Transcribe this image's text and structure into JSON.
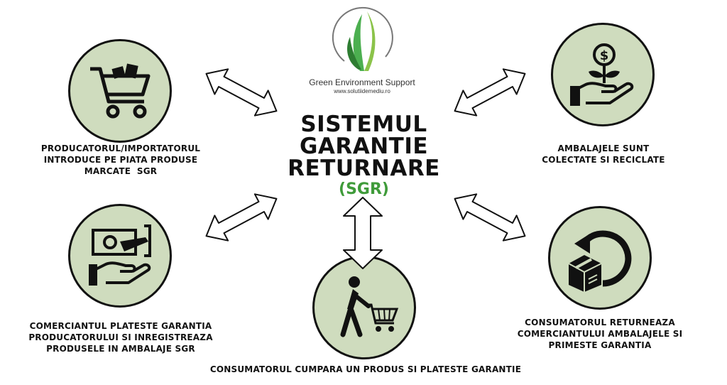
{
  "logo": {
    "company": "Green Environment Support",
    "website": "www.solutiidemediu.ro"
  },
  "title": {
    "line1": "SISTEMUL",
    "line2": "GARANTIE",
    "line3": "RETURNARE",
    "abbr": "(SGR)"
  },
  "steps": {
    "producer": {
      "line1": "PRODUCATORUL/IMPORTATORUL",
      "line2": "INTRODUCE PE PIATA PRODUSE",
      "line3": "MARCATE  SGR",
      "icon": "shopping-cart-icon"
    },
    "collected": {
      "line1": "AMBALAJELE SUNT",
      "line2": "COLECTATE SI RECICLATE",
      "icon": "hand-money-plant-icon"
    },
    "merchant": {
      "line1": "COMERCIANTUL PLATESTE GARANTIA",
      "line2": "PRODUCATORULUI SI INREGISTREAZA",
      "line3": "PRODUSELE IN AMBALAJE SGR",
      "icon": "money-exchange-icon"
    },
    "consumer_buys": {
      "line1": "CONSUMATORUL CUMPARA UN PRODUS SI PLATESTE GARANTIE",
      "icon": "person-cart-icon"
    },
    "consumer_returns": {
      "line1": "CONSUMATORUL RETURNEAZA",
      "line2": "COMERCIANTULUI AMBALAJELE SI",
      "line3": "PRIMESTE GARANTIA",
      "icon": "box-return-icon"
    }
  },
  "colors": {
    "circle_fill": "#cfdcbe",
    "accent_green": "#3f9b3a",
    "ink": "#111111"
  }
}
